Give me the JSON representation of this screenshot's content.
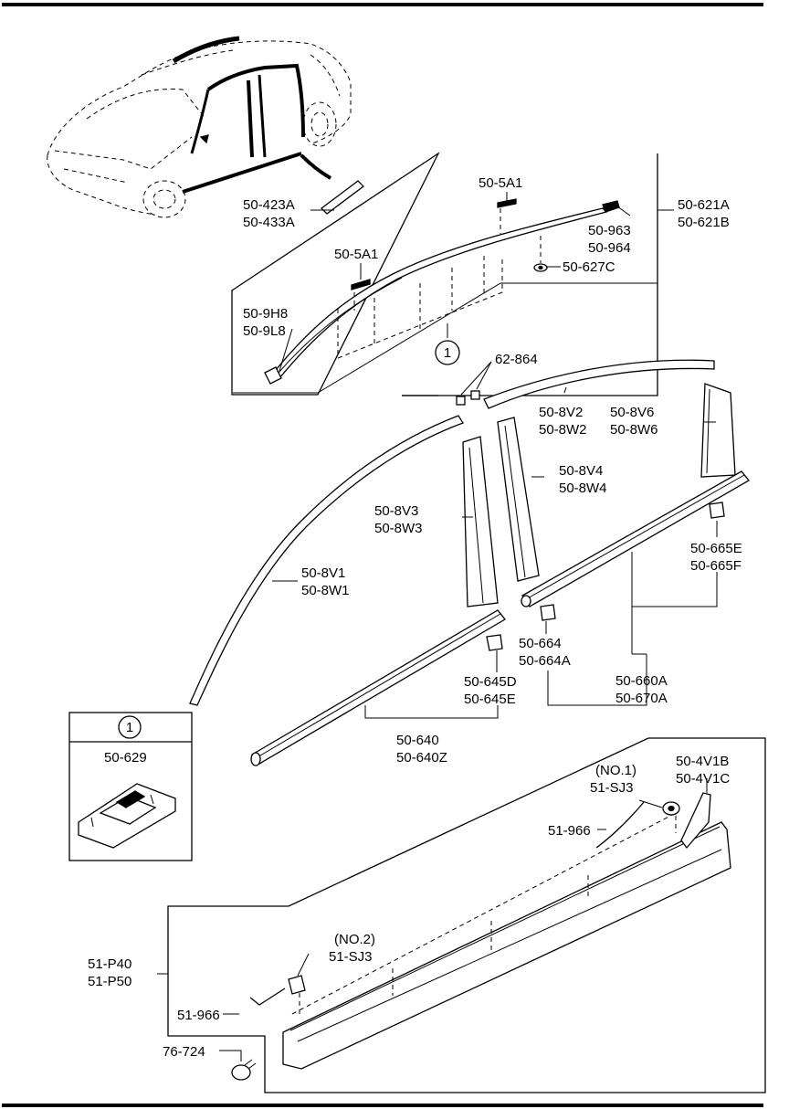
{
  "callouts": [
    {
      "id": "c1",
      "lines": [
        "50-423A",
        "50-433A"
      ]
    },
    {
      "id": "c2",
      "lines": [
        "50-5A1"
      ]
    },
    {
      "id": "c3",
      "lines": [
        "50-621A",
        "50-621B"
      ]
    },
    {
      "id": "c4",
      "lines": [
        "50-963",
        "50-964"
      ]
    },
    {
      "id": "c5",
      "lines": [
        "50-627C"
      ]
    },
    {
      "id": "c6",
      "lines": [
        "50-5A1"
      ]
    },
    {
      "id": "c7",
      "lines": [
        "50-9H8",
        "50-9L8"
      ]
    },
    {
      "id": "c8",
      "lines": [
        "62-864"
      ]
    },
    {
      "id": "c9",
      "lines": [
        "50-8V2",
        "50-8W2"
      ]
    },
    {
      "id": "c10",
      "lines": [
        "50-8V6",
        "50-8W6"
      ]
    },
    {
      "id": "c11",
      "lines": [
        "50-8V4",
        "50-8W4"
      ]
    },
    {
      "id": "c12",
      "lines": [
        "50-8V3",
        "50-8W3"
      ]
    },
    {
      "id": "c13",
      "lines": [
        "50-665E",
        "50-665F"
      ]
    },
    {
      "id": "c14",
      "lines": [
        "50-8V1",
        "50-8W1"
      ]
    },
    {
      "id": "c15",
      "lines": [
        "50-664",
        "50-664A"
      ]
    },
    {
      "id": "c16",
      "lines": [
        "50-645D",
        "50-645E"
      ]
    },
    {
      "id": "c17",
      "lines": [
        "50-660A",
        "50-670A"
      ]
    },
    {
      "id": "c18",
      "lines": [
        "50-629"
      ]
    },
    {
      "id": "c19",
      "lines": [
        "50-640",
        "50-640Z"
      ]
    },
    {
      "id": "c20",
      "lines": [
        "(NO.1)",
        "51-SJ3"
      ]
    },
    {
      "id": "c21",
      "lines": [
        "50-4V1B",
        "50-4V1C"
      ]
    },
    {
      "id": "c22",
      "lines": [
        "51-966"
      ]
    },
    {
      "id": "c23",
      "lines": [
        "(NO.2)",
        "51-SJ3"
      ]
    },
    {
      "id": "c24",
      "lines": [
        "51-P40",
        "51-P50"
      ]
    },
    {
      "id": "c25",
      "lines": [
        "51-966"
      ]
    },
    {
      "id": "c26",
      "lines": [
        "76-724"
      ]
    }
  ],
  "ref_markers": [
    {
      "id": "m1",
      "symbol": "1"
    },
    {
      "id": "m2",
      "symbol": "1"
    }
  ]
}
